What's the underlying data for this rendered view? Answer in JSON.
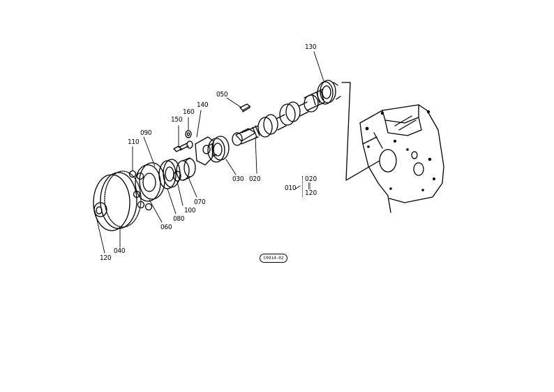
{
  "diagram": {
    "part_labels": {
      "p010": "010",
      "p020": "020",
      "p030": "030",
      "p040": "040",
      "p050": "050",
      "p060": "060",
      "p070": "070",
      "p080": "080",
      "p090": "090",
      "p100": "100",
      "p110": "110",
      "p120": "120",
      "p130": "130",
      "p140": "140",
      "p150": "150",
      "p160": "160"
    },
    "range_bracket": {
      "from": "020",
      "separator": "∥",
      "to": "120"
    },
    "drawing_code": "C0914-02",
    "ink_color": "#000000",
    "paper_color": "#ffffff"
  }
}
